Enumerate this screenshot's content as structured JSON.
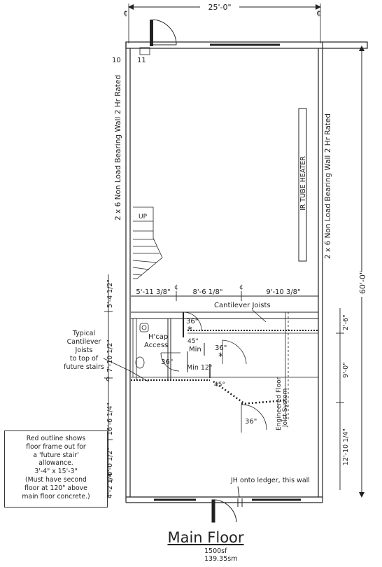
{
  "drawing": {
    "title": "Main Floor",
    "area_sf": "1500sf",
    "area_sm": "139.35sm",
    "overall_width": "25'-0\"",
    "overall_depth": "60'-0\"",
    "cl_mark": "¢",
    "grid_marks": [
      "10",
      "11"
    ],
    "left_wall_label": "2 x 6 Non Load Bearing Wall 2 Hr Rated",
    "right_wall_label": "2 x 6 Non Load Bearing Wall 2 Hr Rated",
    "heater_label": "IR TUBE HEATER",
    "stair_label": "UP",
    "dims_horizontal": [
      "5'-11 3/8\"",
      "8'-6 1/8\"",
      "9'-10 3/8\""
    ],
    "dims_left": [
      "5'-4 1/2\"",
      "7'-10 1/2\"",
      "16'-6 1/4\"",
      "6'-0 1/2\"",
      "4'-2 1/4\""
    ],
    "dims_right": [
      "2'-6\"",
      "9'-0\"",
      "12'-10 1/4\""
    ],
    "cantilever_label": "Cantilever Joists",
    "typical_cantilever": [
      "Typical",
      "Cantilever",
      "Joists",
      "to top of",
      "future stairs"
    ],
    "hcap_label": [
      "H'cap",
      "Access"
    ],
    "door_sizes": [
      "36\"",
      "36\"",
      "36\"",
      "36\""
    ],
    "angle_labels": [
      "45°",
      "45°"
    ],
    "min_labels": [
      "Min",
      "Min 12\""
    ],
    "asterisk": "*",
    "engineered_label": [
      "Engineered Floor",
      "Joist System"
    ],
    "ledger_label": "JH onto ledger, this wall",
    "note": [
      "Red outline shows",
      "floor frame out for",
      "a 'future stair'",
      "allowance.",
      "3'-4\" x 15'-3\"",
      "(Must have second",
      "floor at 120\" above",
      "main floor concrete.)"
    ]
  }
}
